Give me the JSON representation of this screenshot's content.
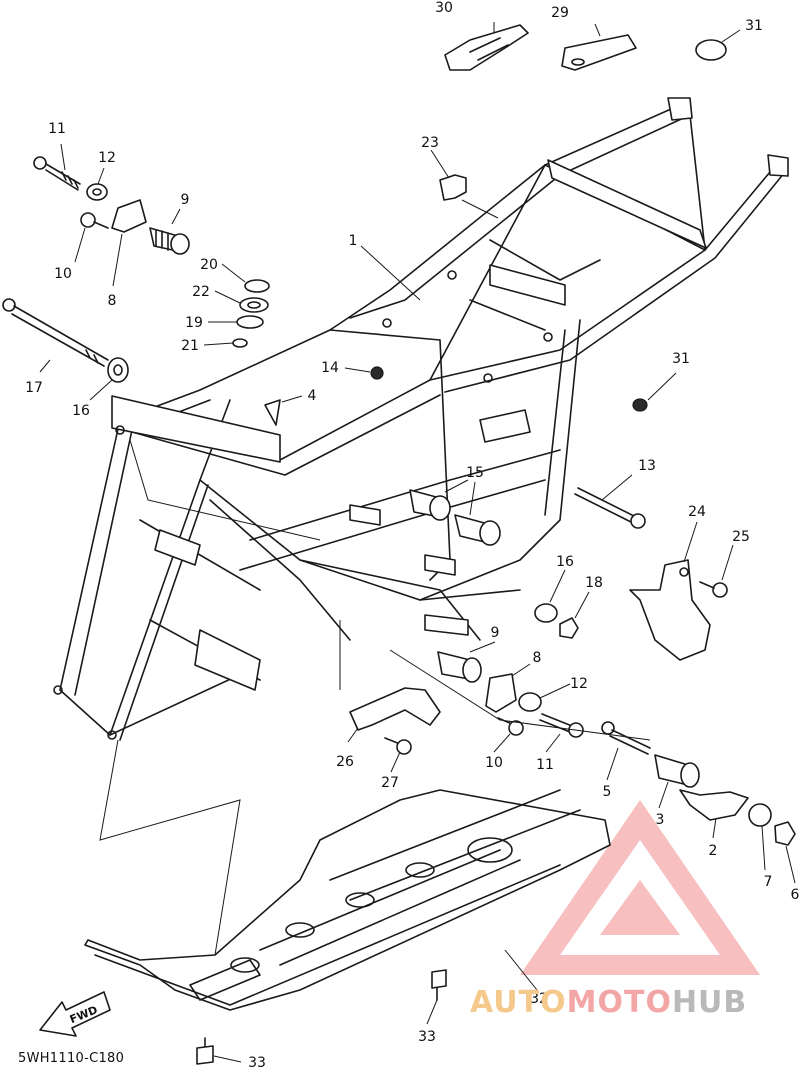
{
  "diagram": {
    "code": "5WH1110-C180",
    "direction_arrow_label": "FWD",
    "callouts": [
      {
        "id": "c30",
        "label": "30"
      },
      {
        "id": "c29",
        "label": "29"
      },
      {
        "id": "c31a",
        "label": "31"
      },
      {
        "id": "c23",
        "label": "23"
      },
      {
        "id": "c11a",
        "label": "11"
      },
      {
        "id": "c12a",
        "label": "12"
      },
      {
        "id": "c9a",
        "label": "9"
      },
      {
        "id": "c10a",
        "label": "10"
      },
      {
        "id": "c8a",
        "label": "8"
      },
      {
        "id": "c1",
        "label": "1"
      },
      {
        "id": "c20",
        "label": "20"
      },
      {
        "id": "c22",
        "label": "22"
      },
      {
        "id": "c19",
        "label": "19"
      },
      {
        "id": "c21",
        "label": "21"
      },
      {
        "id": "c17",
        "label": "17"
      },
      {
        "id": "c16a",
        "label": "16"
      },
      {
        "id": "c14",
        "label": "14"
      },
      {
        "id": "c4",
        "label": "4"
      },
      {
        "id": "c31b",
        "label": "31"
      },
      {
        "id": "c13",
        "label": "13"
      },
      {
        "id": "c15",
        "label": "15"
      },
      {
        "id": "c24",
        "label": "24"
      },
      {
        "id": "c25",
        "label": "25"
      },
      {
        "id": "c16b",
        "label": "16"
      },
      {
        "id": "c18",
        "label": "18"
      },
      {
        "id": "c9b",
        "label": "9"
      },
      {
        "id": "c8b",
        "label": "8"
      },
      {
        "id": "c12b",
        "label": "12"
      },
      {
        "id": "c26",
        "label": "26"
      },
      {
        "id": "c27",
        "label": "27"
      },
      {
        "id": "c10b",
        "label": "10"
      },
      {
        "id": "c11b",
        "label": "11"
      },
      {
        "id": "c5",
        "label": "5"
      },
      {
        "id": "c3",
        "label": "3"
      },
      {
        "id": "c2",
        "label": "2"
      },
      {
        "id": "c7",
        "label": "7"
      },
      {
        "id": "c6",
        "label": "6"
      },
      {
        "id": "c32",
        "label": "32"
      },
      {
        "id": "c33a",
        "label": "33"
      },
      {
        "id": "c33b",
        "label": "33"
      }
    ]
  },
  "watermark": {
    "part1": "AUTO",
    "part2": "MOTO",
    "part3": "HUB",
    "colors": {
      "auto": "#f5c98b",
      "moto": "#f3a6a6",
      "hub": "#b9b9b9",
      "triangle": "#f28b8b"
    }
  }
}
